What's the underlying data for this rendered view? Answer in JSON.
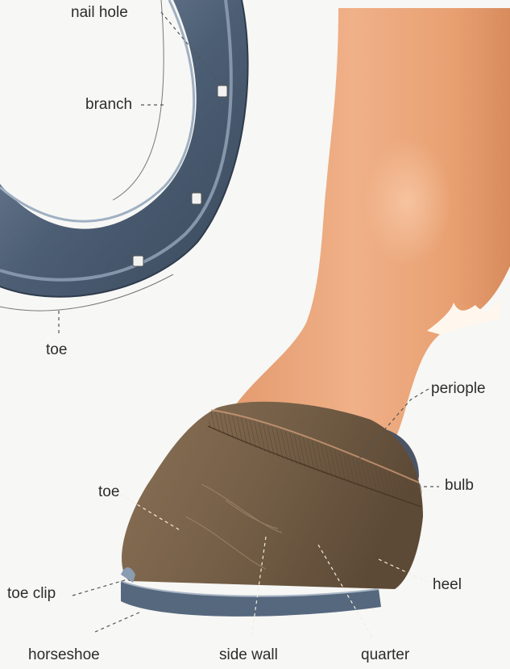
{
  "labels": {
    "nail_hole": "nail hole",
    "branch": "branch",
    "toe_shoe": "toe",
    "periople": "periople",
    "bulb": "bulb",
    "toe_hoof": "toe",
    "heel": "heel",
    "toe_clip": "toe clip",
    "horseshoe": "horseshoe",
    "side_wall": "side wall",
    "quarter": "quarter"
  },
  "colors": {
    "background": "#f7f7f5",
    "shoe_steel": "#56687e",
    "leg_skin": "#e9a177",
    "hoof_wall": "#7a6048",
    "label_text": "#2c2c2c"
  }
}
